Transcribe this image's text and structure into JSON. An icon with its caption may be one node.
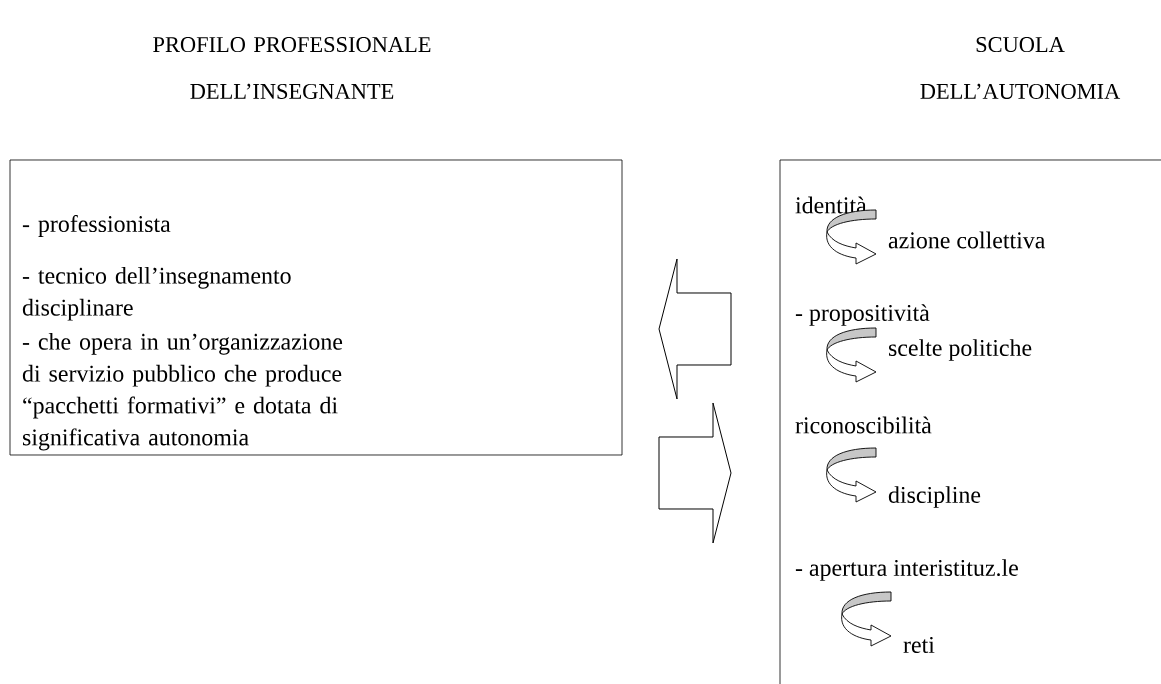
{
  "diagram": {
    "nodes": [
      {
        "text": [
          "PROFILO PROFESSIONALE DELL’INSEGNANTE",
          "- professionista",
          "- tecnico dell’insegnamento  disciplinare",
          "- che opera in un’organizzazione di servizio pubblico che produce “pacchetti formativi” e dotata di significativa autonomia"
        ]
      },
      {
        "text": [
          "SCUOLA DELL’AUTONOMIA"
        ]
      },
      {
        "text": [
          "identità"
        ],
        "in": 1
      },
      {
        "text": [
          "azione collettiva"
        ],
        "in": 1
      },
      {
        "text": [
          "- propositività"
        ],
        "in": 1
      },
      {
        "text": [
          "scelte politiche"
        ],
        "in": 1
      },
      {
        "text": [
          "riconoscibilità"
        ],
        "in": 1
      },
      {
        "text": [
          "discipline"
        ],
        "in": 1
      },
      {
        "text": [
          "- apertura interistituz.le"
        ],
        "in": 1
      },
      {
        "text": [
          "reti"
        ],
        "in": 1
      }
    ],
    "edges": [
      {
        "from": 1,
        "to": 0,
        "arrow": "to"
      },
      {
        "from": 0,
        "to": 1,
        "arrow": "to"
      },
      {
        "from": 2,
        "to": 3,
        "arrow": "to"
      },
      {
        "from": 4,
        "to": 5,
        "arrow": "to"
      },
      {
        "from": 6,
        "to": 7,
        "arrow": "to"
      },
      {
        "from": 8,
        "to": 9,
        "arrow": "to"
      }
    ]
  }
}
